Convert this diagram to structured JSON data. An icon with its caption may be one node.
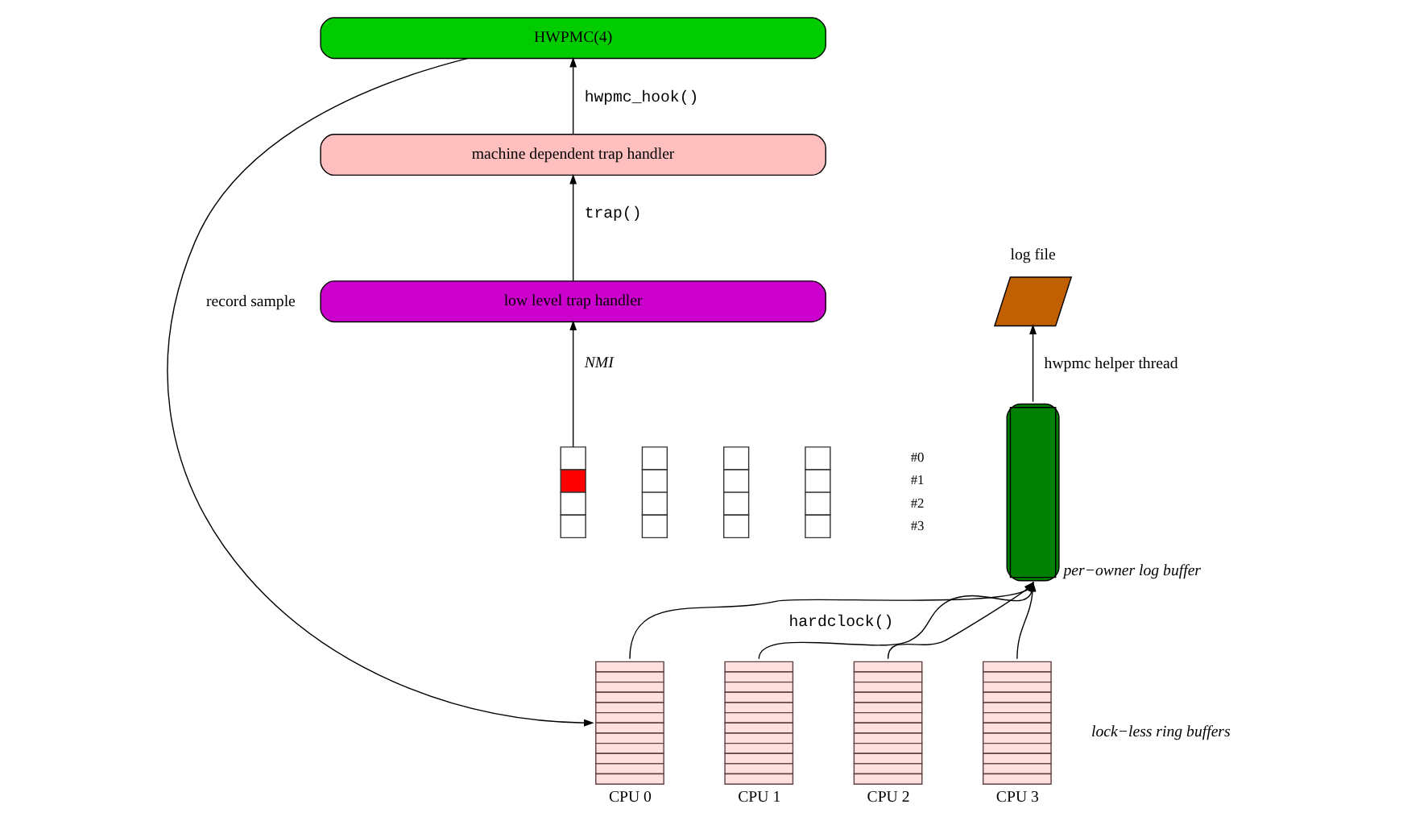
{
  "diagram": {
    "nodes": [
      {
        "text": [
          "HWPMC(4)"
        ]
      },
      {
        "text": [
          "machine dependent trap handler"
        ]
      },
      {
        "text": [
          "low level trap handler"
        ]
      },
      {
        "text": [],
        "shape": "box"
      },
      {
        "text": [],
        "shape": "box"
      },
      {
        "text": [],
        "shape": "box"
      },
      {
        "text": [],
        "shape": "box"
      },
      {
        "text": [],
        "shape": "box",
        "beside": [
          "CPU 0"
        ]
      },
      {
        "text": [],
        "shape": "box",
        "beside": [
          "CPU 1"
        ]
      },
      {
        "text": [],
        "shape": "box",
        "beside": [
          "CPU 2"
        ]
      },
      {
        "text": [],
        "shape": "box",
        "beside": [
          "CPU 3"
        ]
      },
      {
        "text": [],
        "shape": "box",
        "beside": [
          "per−owner log buffer"
        ]
      },
      {
        "text": [],
        "shape": "parallelogram",
        "beside": [
          "log file"
        ]
      }
    ],
    "edges": [
      {
        "from": 3,
        "to": 2,
        "arrow": "to",
        "label": "NMI"
      },
      {
        "from": 2,
        "to": 1,
        "arrow": "to",
        "label": "trap()"
      },
      {
        "from": 1,
        "to": 0,
        "arrow": "to",
        "label": "hwpmc_hook()"
      },
      {
        "from": 0,
        "to": 7,
        "arrow": "to",
        "label": "record sample"
      },
      {
        "from": 7,
        "to": 11,
        "arrow": "to",
        "label": "hardclock()"
      },
      {
        "from": 8,
        "to": 11,
        "arrow": "to"
      },
      {
        "from": 9,
        "to": 11,
        "arrow": "to"
      },
      {
        "from": 10,
        "to": 11,
        "arrow": "to"
      },
      {
        "from": 11,
        "to": 12,
        "arrow": "to",
        "label": "hwpmc helper thread"
      }
    ],
    "labels": [
      "#0",
      "#1",
      "#2",
      "#3",
      "lock−less ring buffers"
    ]
  }
}
